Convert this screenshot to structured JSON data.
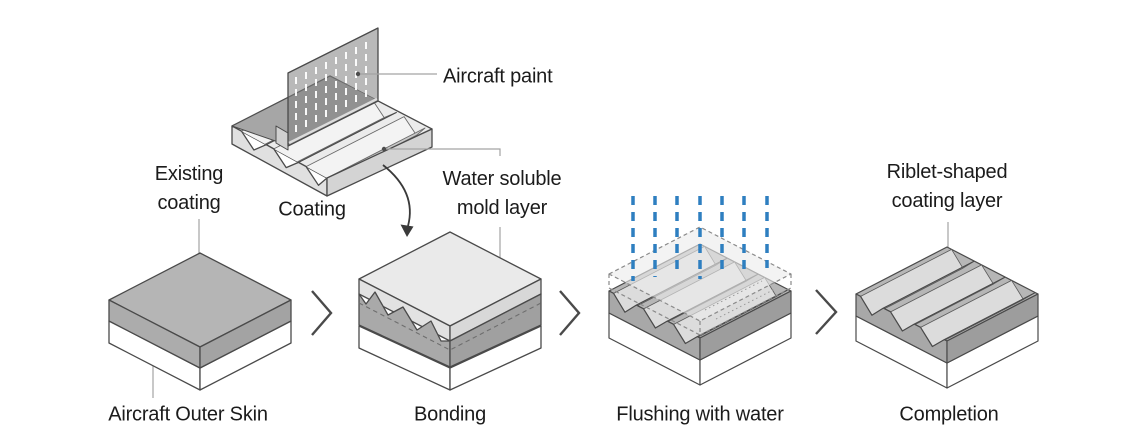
{
  "diagram": {
    "annotations": {
      "aircraft_paint": "Aircraft paint",
      "existing_coating": "Existing\ncoating",
      "coating": "Coating",
      "water_soluble_mold": "Water soluble\nmold layer",
      "riblet_shaped": "Riblet-shaped\ncoating layer"
    },
    "steps": [
      {
        "label": "Aircraft Outer Skin"
      },
      {
        "label": "Bonding"
      },
      {
        "label": "Flushing with water"
      },
      {
        "label": "Completion"
      }
    ],
    "colors": {
      "water_blue": "#2e7fc0",
      "coating_gray": "#b5b5b5",
      "mold_gray": "#e9e9e9",
      "outline_gray": "#4a4a4a",
      "text": "#1b1b1b"
    }
  }
}
